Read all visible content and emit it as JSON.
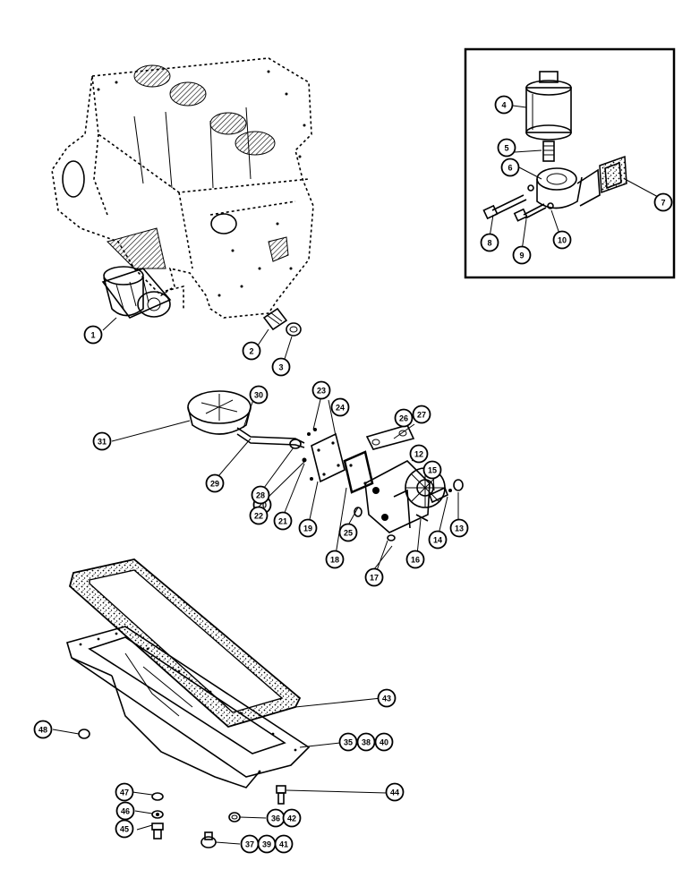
{
  "diagram": {
    "inset_callouts": [
      "4",
      "5",
      "6",
      "7",
      "8",
      "9",
      "10"
    ],
    "callouts": [
      {
        "id": "c1",
        "text": "1"
      },
      {
        "id": "c2",
        "text": "2"
      },
      {
        "id": "c3",
        "text": "3"
      },
      {
        "id": "c4",
        "text": "4"
      },
      {
        "id": "c5",
        "text": "5"
      },
      {
        "id": "c6",
        "text": "6"
      },
      {
        "id": "c7",
        "text": "7"
      },
      {
        "id": "c8",
        "text": "8"
      },
      {
        "id": "c9",
        "text": "9"
      },
      {
        "id": "c10",
        "text": "10"
      },
      {
        "id": "c12",
        "text": "12"
      },
      {
        "id": "c13",
        "text": "13"
      },
      {
        "id": "c14",
        "text": "14"
      },
      {
        "id": "c15",
        "text": "15"
      },
      {
        "id": "c16",
        "text": "16"
      },
      {
        "id": "c17",
        "text": "17"
      },
      {
        "id": "c18",
        "text": "18"
      },
      {
        "id": "c19",
        "text": "19"
      },
      {
        "id": "c20",
        "text": "20"
      },
      {
        "id": "c21",
        "text": "21"
      },
      {
        "id": "c22",
        "text": "22"
      },
      {
        "id": "c23",
        "text": "23"
      },
      {
        "id": "c24",
        "text": "24"
      },
      {
        "id": "c25",
        "text": "25"
      },
      {
        "id": "c26",
        "text": "26"
      },
      {
        "id": "c27",
        "text": "27"
      },
      {
        "id": "c28",
        "text": "28"
      },
      {
        "id": "c29",
        "text": "29"
      },
      {
        "id": "c30",
        "text": "30"
      },
      {
        "id": "c31",
        "text": "31"
      },
      {
        "id": "c35",
        "text": "35"
      },
      {
        "id": "c38",
        "text": "38"
      },
      {
        "id": "c40",
        "text": "40"
      },
      {
        "id": "c36",
        "text": "36"
      },
      {
        "id": "c42",
        "text": "42"
      },
      {
        "id": "c37",
        "text": "37"
      },
      {
        "id": "c39",
        "text": "39"
      },
      {
        "id": "c41",
        "text": "41"
      },
      {
        "id": "c43",
        "text": "43"
      },
      {
        "id": "c44",
        "text": "44"
      },
      {
        "id": "c45",
        "text": "45"
      },
      {
        "id": "c46",
        "text": "46"
      },
      {
        "id": "c47",
        "text": "47"
      },
      {
        "id": "c48",
        "text": "48"
      }
    ]
  }
}
